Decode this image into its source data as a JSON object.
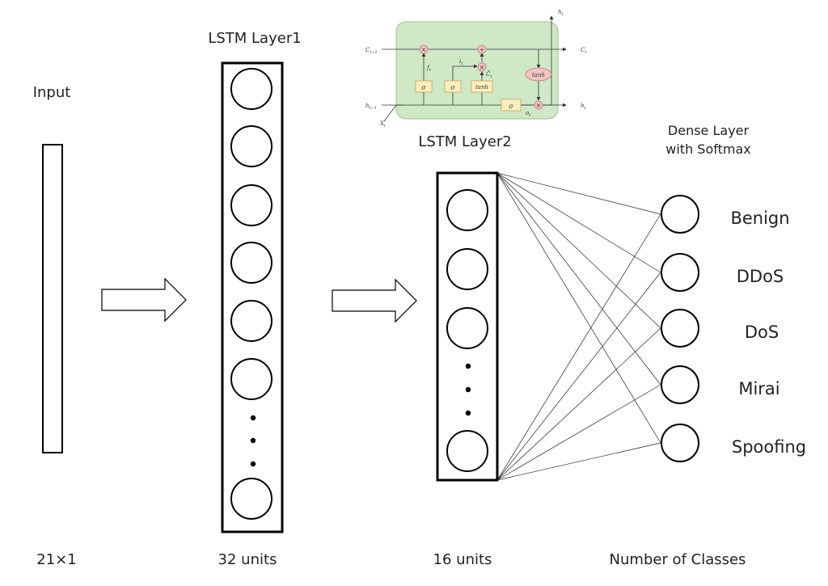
{
  "diagram": {
    "input": {
      "title": "Input",
      "size": "21×1"
    },
    "layer1": {
      "title": "LSTM Layer1",
      "units": "32 units"
    },
    "layer2": {
      "title": "LSTM Layer2",
      "units": "16 units"
    },
    "dense": {
      "title_line1": "Dense Layer",
      "title_line2": "with Softmax",
      "footer": "Number of Classes"
    },
    "classes": [
      "Benign",
      "DDoS",
      "DoS",
      "Mirai",
      "Spoofing"
    ],
    "lstm_cell": {
      "c_prev": "C",
      "c_prev_sub": "t−1",
      "c_out": "C",
      "c_out_sub": "t",
      "h_prev": "h",
      "h_prev_sub": "t−1",
      "h_out": "h",
      "h_out_sub": "t",
      "h_top": "h",
      "h_top_sub": "t",
      "x_in": "X",
      "x_in_sub": "t",
      "f": "f",
      "f_sub": "t",
      "i": "i",
      "i_sub": "t",
      "o": "o",
      "o_sub": "t",
      "c_tilde": "C̃",
      "c_tilde_sub": "t",
      "sigma": "σ",
      "tanh": "tanh",
      "times": "×",
      "plus": "+"
    },
    "colors": {
      "cell_bg": "#cfe8c6",
      "gate_bg": "#fdeec0",
      "tanh_bg": "#f3c3c3",
      "op_bg": "#f5c6c6"
    }
  }
}
